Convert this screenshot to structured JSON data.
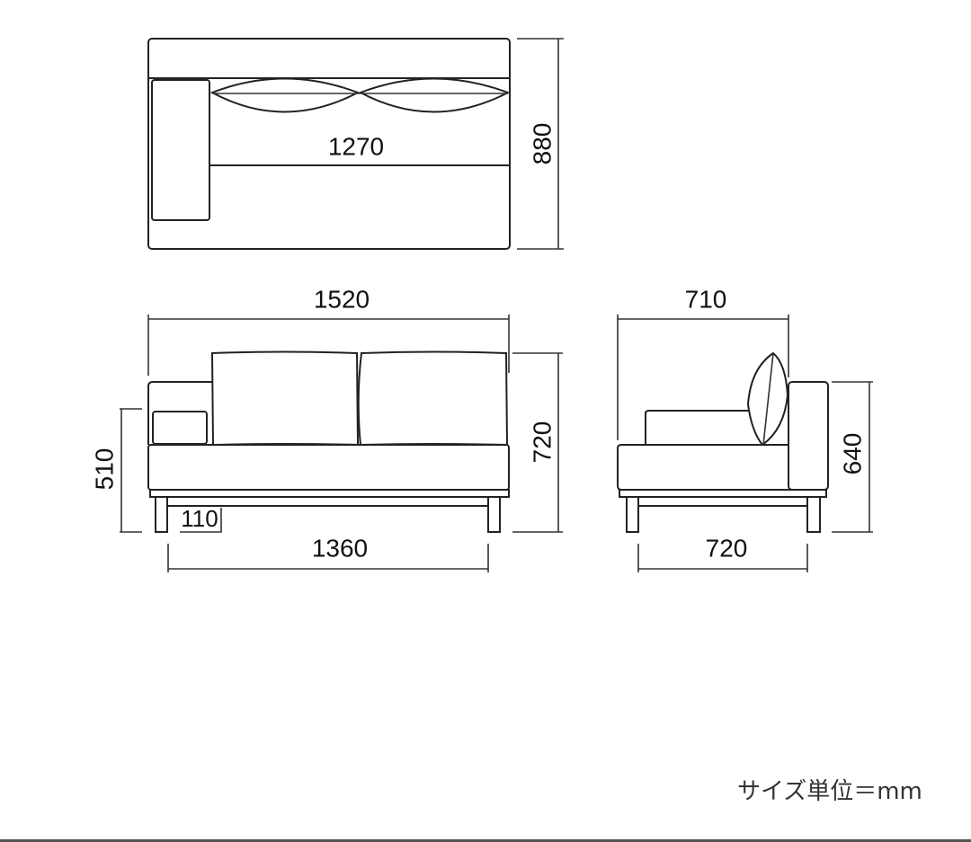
{
  "top_view": {
    "inner_width": "1270",
    "depth": "880"
  },
  "front_view": {
    "overall_width": "1520",
    "leg_span": "1360",
    "leg_inset": "110",
    "seat_height": "510",
    "overall_height": "720"
  },
  "side_view": {
    "depth": "710",
    "leg_span": "720",
    "arm_height": "640"
  },
  "footer": {
    "unit_note": "サイズ単位＝mm"
  },
  "colors": {
    "line": "#222222",
    "background": "#ffffff"
  }
}
